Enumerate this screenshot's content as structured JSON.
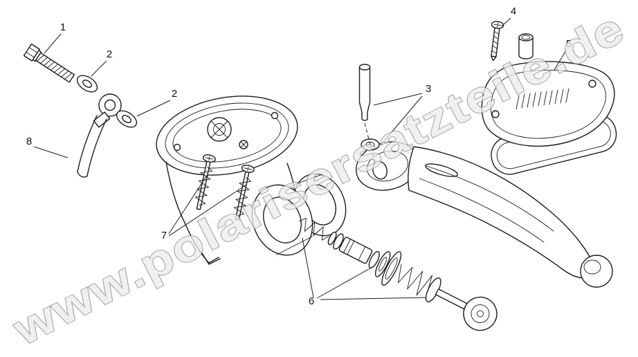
{
  "diagram": {
    "subject": "exploded parts diagram of a brake master cylinder and lever assembly",
    "background_color": "#ffffff",
    "line_color": "#1b1b1b",
    "callouts": [
      "1",
      "2",
      "2",
      "3",
      "4",
      "5",
      "6",
      "7",
      "8"
    ]
  },
  "watermark": {
    "text": "www.polarisersatzteile.de",
    "fill_color": "#ececec",
    "outline_color": "#8a8a8a"
  }
}
